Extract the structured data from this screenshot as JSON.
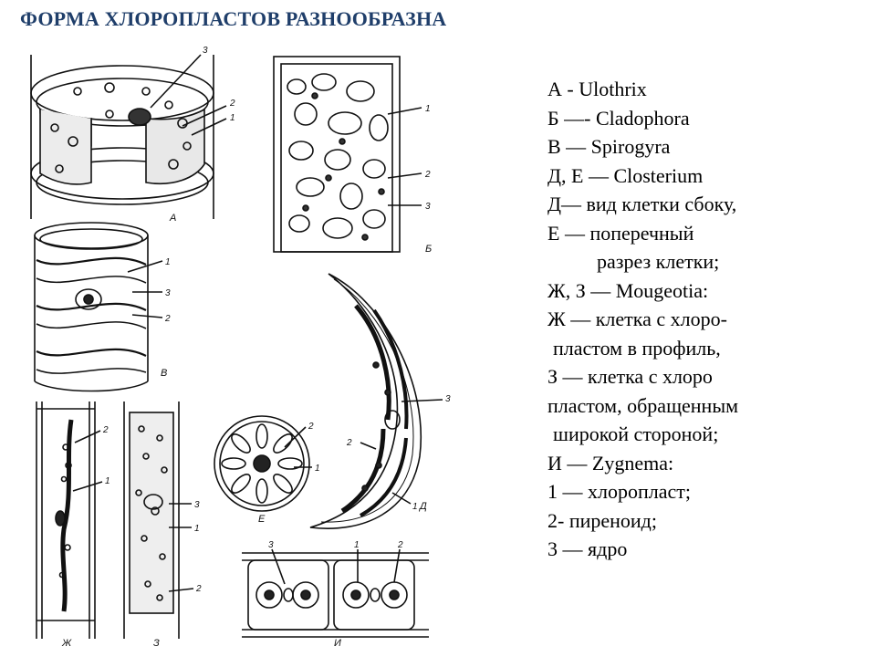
{
  "title": "ФОРМА ХЛОРОПЛАСТОВ РАЗНООБРАЗНА",
  "panels": {
    "A": "А",
    "B": "Б",
    "V": "В",
    "D": "Д",
    "E": "Е",
    "ZH": "Ж",
    "Z": "З",
    "I": "И"
  },
  "numbers": {
    "n1": "1",
    "n2": "2",
    "n3": "3"
  },
  "legend": [
    "А - Ulothrix",
    "Б —- Cladophora",
    "В — Spirogyra",
    "Д, Е — Closterium",
    "Д— вид клетки сбоку,",
    "Е — поперечный",
    "разрез клетки;",
    "Ж, З — Mougeotia:",
    "Ж — клетка с хлоро-",
    "пластом в профиль,",
    "З — клетка с хлоро",
    "пластом, обращенным",
    "широкой стороной;",
    "И — Zygnema:",
    "1 — хлоропласт;",
    "2- пиреноид;",
    "3 — ядро"
  ]
}
